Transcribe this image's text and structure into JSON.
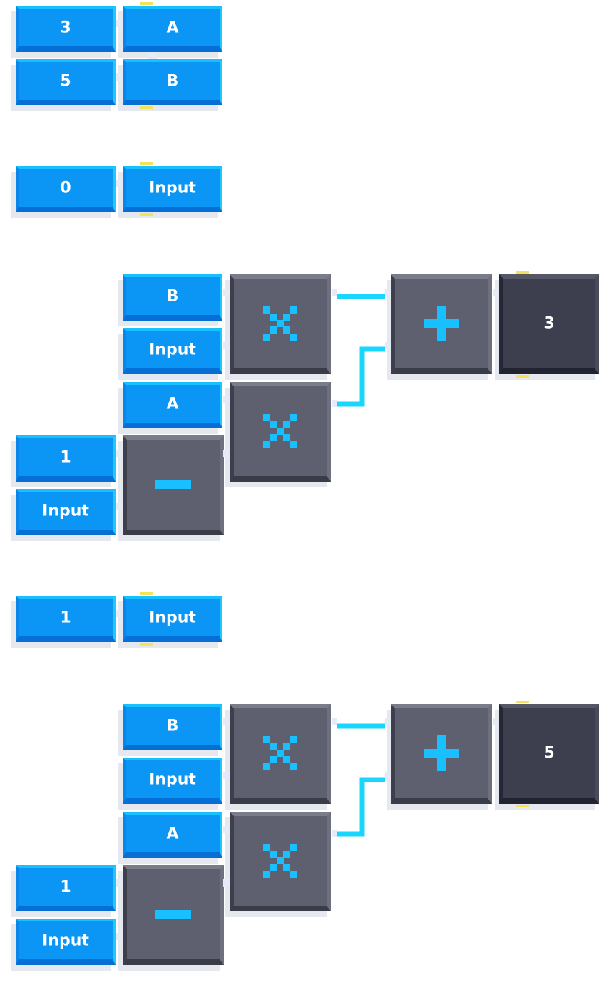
{
  "colors": {
    "value_block": "#0b95f5",
    "operator_block": "#5e6070",
    "result_block": "#3d3e4e",
    "operator_symbol": "#19c0ff",
    "wire": "#19d6ff",
    "hook": "#f4e25a"
  },
  "assignments": [
    {
      "value": "3",
      "variable": "A"
    },
    {
      "value": "5",
      "variable": "B"
    },
    {
      "value": "0",
      "variable": "Input"
    },
    {
      "value": "1",
      "variable": "Input"
    }
  ],
  "expression_1": {
    "b_label": "B",
    "input_label_1": "Input",
    "a_label": "A",
    "one_label": "1",
    "input_label_2": "Input",
    "multiply_icon": "multiply-icon",
    "minus_icon": "minus-icon",
    "plus_icon": "plus-icon",
    "result": "3"
  },
  "expression_2": {
    "b_label": "B",
    "input_label_1": "Input",
    "a_label": "A",
    "one_label": "1",
    "input_label_2": "Input",
    "multiply_icon": "multiply-icon",
    "minus_icon": "minus-icon",
    "plus_icon": "plus-icon",
    "result": "5"
  }
}
